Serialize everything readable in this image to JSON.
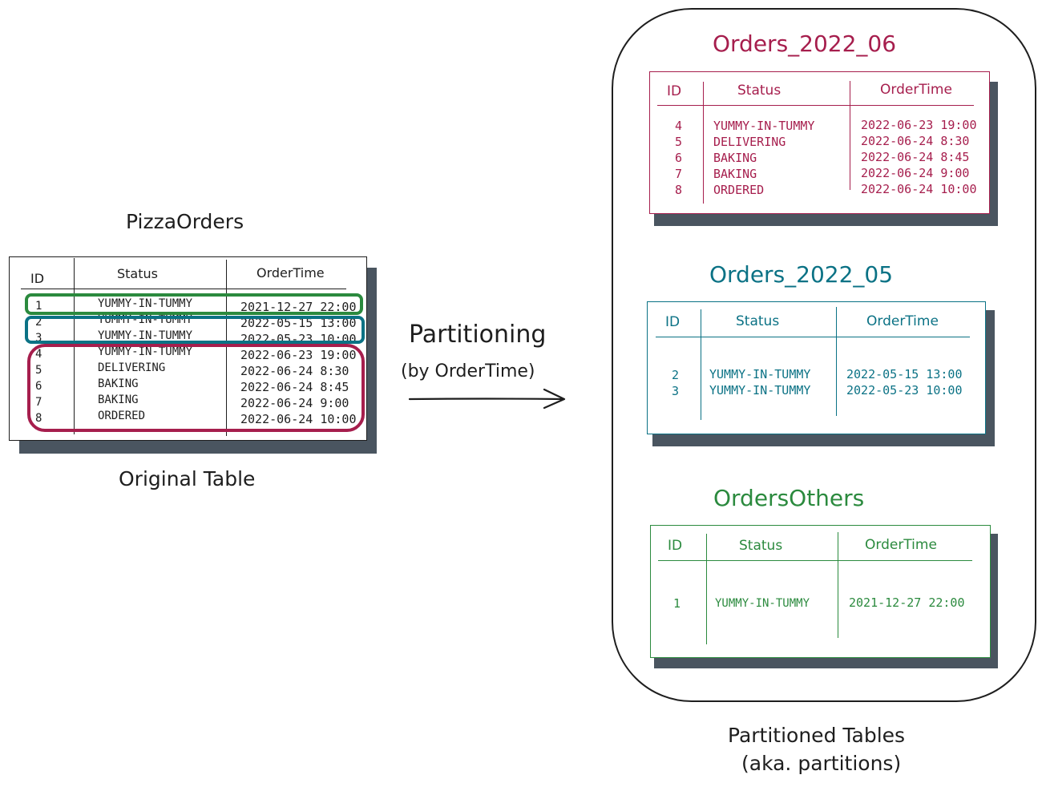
{
  "original": {
    "title": "PizzaOrders",
    "caption": "Original Table",
    "headers": {
      "id": "ID",
      "status": "Status",
      "time": "OrderTime"
    },
    "rows": [
      {
        "id": "1",
        "status": "YUMMY-IN-TUMMY",
        "time": "2021-12-27 22:00"
      },
      {
        "id": "2",
        "status": "YUMMY-IN-TUMMY",
        "time": "2022-05-15 13:00"
      },
      {
        "id": "3",
        "status": "YUMMY-IN-TUMMY",
        "time": "2022-05-23 10:00"
      },
      {
        "id": "4",
        "status": "YUMMY-IN-TUMMY",
        "time": "2022-06-23 19:00"
      },
      {
        "id": "5",
        "status": "DELIVERING",
        "time": "2022-06-24 8:30"
      },
      {
        "id": "6",
        "status": "BAKING",
        "time": "2022-06-24 8:45"
      },
      {
        "id": "7",
        "status": "BAKING",
        "time": "2022-06-24 9:00"
      },
      {
        "id": "8",
        "status": "ORDERED",
        "time": "2022-06-24 10:00"
      }
    ]
  },
  "arrow": {
    "label": "Partitioning",
    "sublabel": "(by OrderTime)"
  },
  "partitions_caption": {
    "line1": "Partitioned Tables",
    "line2": "(aka. partitions)"
  },
  "partitions": [
    {
      "name": "Orders_2022_06",
      "color": "#a61e4d",
      "headers": {
        "id": "ID",
        "status": "Status",
        "time": "OrderTime"
      },
      "rows": [
        {
          "id": "4",
          "status": "YUMMY-IN-TUMMY",
          "time": "2022-06-23 19:00"
        },
        {
          "id": "5",
          "status": "DELIVERING",
          "time": "2022-06-24 8:30"
        },
        {
          "id": "6",
          "status": "BAKING",
          "time": "2022-06-24 8:45"
        },
        {
          "id": "7",
          "status": "BAKING",
          "time": "2022-06-24 9:00"
        },
        {
          "id": "8",
          "status": "ORDERED",
          "time": "2022-06-24 10:00"
        }
      ]
    },
    {
      "name": "Orders_2022_05",
      "color": "#0b7285",
      "headers": {
        "id": "ID",
        "status": "Status",
        "time": "OrderTime"
      },
      "rows": [
        {
          "id": "2",
          "status": "YUMMY-IN-TUMMY",
          "time": "2022-05-15 13:00"
        },
        {
          "id": "3",
          "status": "YUMMY-IN-TUMMY",
          "time": "2022-05-23 10:00"
        }
      ]
    },
    {
      "name": "OrdersOthers",
      "color": "#2b8a3e",
      "headers": {
        "id": "ID",
        "status": "Status",
        "time": "OrderTime"
      },
      "rows": [
        {
          "id": "1",
          "status": "YUMMY-IN-TUMMY",
          "time": "2021-12-27 22:00"
        }
      ]
    }
  ],
  "colors": {
    "ink": "#1e1e1e",
    "shadow": "#4a5560",
    "june": "#a61e4d",
    "may": "#0b7285",
    "others": "#2b8a3e"
  }
}
